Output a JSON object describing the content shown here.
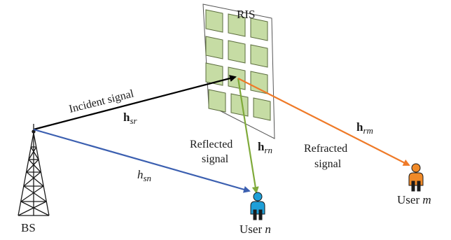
{
  "ris": {
    "label": "RIS",
    "panel_fill": "#ffffff",
    "element_fill": "#c6dca4",
    "element_stroke": "#5a6b3c"
  },
  "bs": {
    "label": "BS"
  },
  "users": {
    "n": {
      "prefix": "User ",
      "suffix": "n",
      "color": "#1e9fd8"
    },
    "m": {
      "prefix": "User ",
      "suffix": "m",
      "color": "#f08a28"
    }
  },
  "signals": {
    "incident": {
      "label": "Incident signal",
      "color": "#000000"
    },
    "reflected": {
      "line1": "Reflected",
      "line2": "signal",
      "color": "#7faa3a"
    },
    "refracted": {
      "line1": "Refracted",
      "line2": "signal",
      "color": "#ef7a28"
    },
    "direct": {
      "color": "#3b5fb0"
    }
  },
  "channels": {
    "h_sr": {
      "main": "h",
      "sub": "sr"
    },
    "h_rn": {
      "main": "h",
      "sub": "rn"
    },
    "h_rm": {
      "main": "h",
      "sub": "rm"
    },
    "h_sn": {
      "main": "h",
      "sub": "sn"
    }
  }
}
